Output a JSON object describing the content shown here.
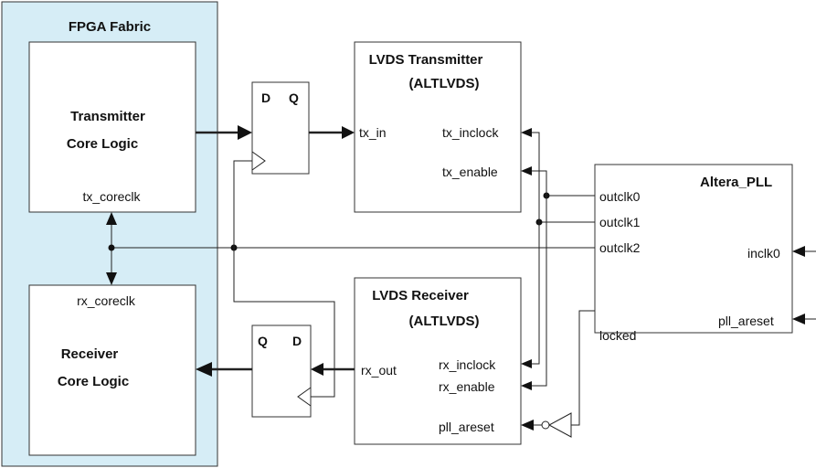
{
  "colors": {
    "fabric": "#d6edf6",
    "line": "#222222"
  },
  "fabric": {
    "title": "FPGA Fabric"
  },
  "tx_core": {
    "line1": "Transmitter",
    "line2": "Core Logic",
    "clk_port": "tx_coreclk"
  },
  "rx_core": {
    "line1": "Receiver",
    "line2": "Core Logic",
    "clk_port": "rx_coreclk"
  },
  "ff_top": {
    "d": "D",
    "q": "Q"
  },
  "ff_bottom": {
    "q": "Q",
    "d": "D"
  },
  "lvds_tx": {
    "line1": "LVDS Transmitter",
    "line2": "(ALTLVDS)",
    "port_in": "tx_in",
    "port_inclock": "tx_inclock",
    "port_enable": "tx_enable"
  },
  "lvds_rx": {
    "line1": "LVDS Receiver",
    "line2": "(ALTLVDS)",
    "port_out": "rx_out",
    "port_inclock": "rx_inclock",
    "port_enable": "rx_enable",
    "port_areset": "pll_areset"
  },
  "pll": {
    "title": "Altera_PLL",
    "outclk0": "outclk0",
    "outclk1": "outclk1",
    "outclk2": "outclk2",
    "locked": "locked",
    "inclk0": "inclk0",
    "pll_areset": "pll_areset"
  }
}
